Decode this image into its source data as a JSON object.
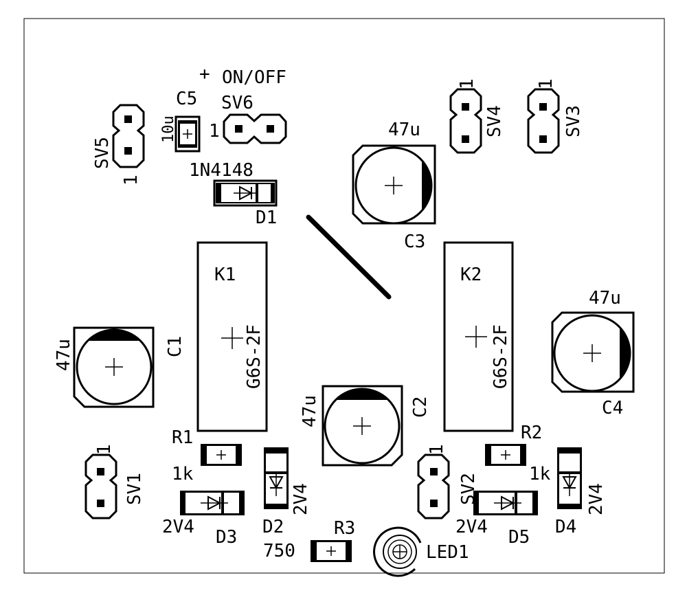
{
  "board": {
    "power_switch": {
      "plus": "+",
      "label": "ON/OFF"
    },
    "components": {
      "C5": {
        "name": "C5",
        "value": "10u"
      },
      "SV5": {
        "name": "SV5",
        "pin": "1"
      },
      "SV6": {
        "name": "SV6",
        "pin": "1"
      },
      "SV4": {
        "name": "SV4",
        "pin": "1"
      },
      "SV3": {
        "name": "SV3",
        "pin": "1"
      },
      "SV1": {
        "name": "SV1",
        "pin": "1"
      },
      "SV2": {
        "name": "SV2",
        "pin": "1"
      },
      "D1": {
        "name": "D1",
        "value": "1N4148"
      },
      "C3": {
        "name": "C3",
        "value": "47u"
      },
      "C4": {
        "name": "C4",
        "value": "47u"
      },
      "C1": {
        "name": "C1",
        "value": "47u"
      },
      "C2": {
        "name": "C2",
        "value": "47u"
      },
      "K1": {
        "name": "K1",
        "value": "G6S-2F"
      },
      "K2": {
        "name": "K2",
        "value": "G6S-2F"
      },
      "R1": {
        "name": "R1",
        "value": "1k"
      },
      "R2": {
        "name": "R2",
        "value": "1k"
      },
      "R3": {
        "name": "R3",
        "value": "750"
      },
      "D2": {
        "name": "D2",
        "value": "2V4"
      },
      "D3": {
        "name": "D3",
        "value": "2V4"
      },
      "D4": {
        "name": "D4",
        "value": "2V4"
      },
      "D5": {
        "name": "D5",
        "value": "2V4"
      },
      "LED1": {
        "name": "LED1"
      }
    }
  }
}
